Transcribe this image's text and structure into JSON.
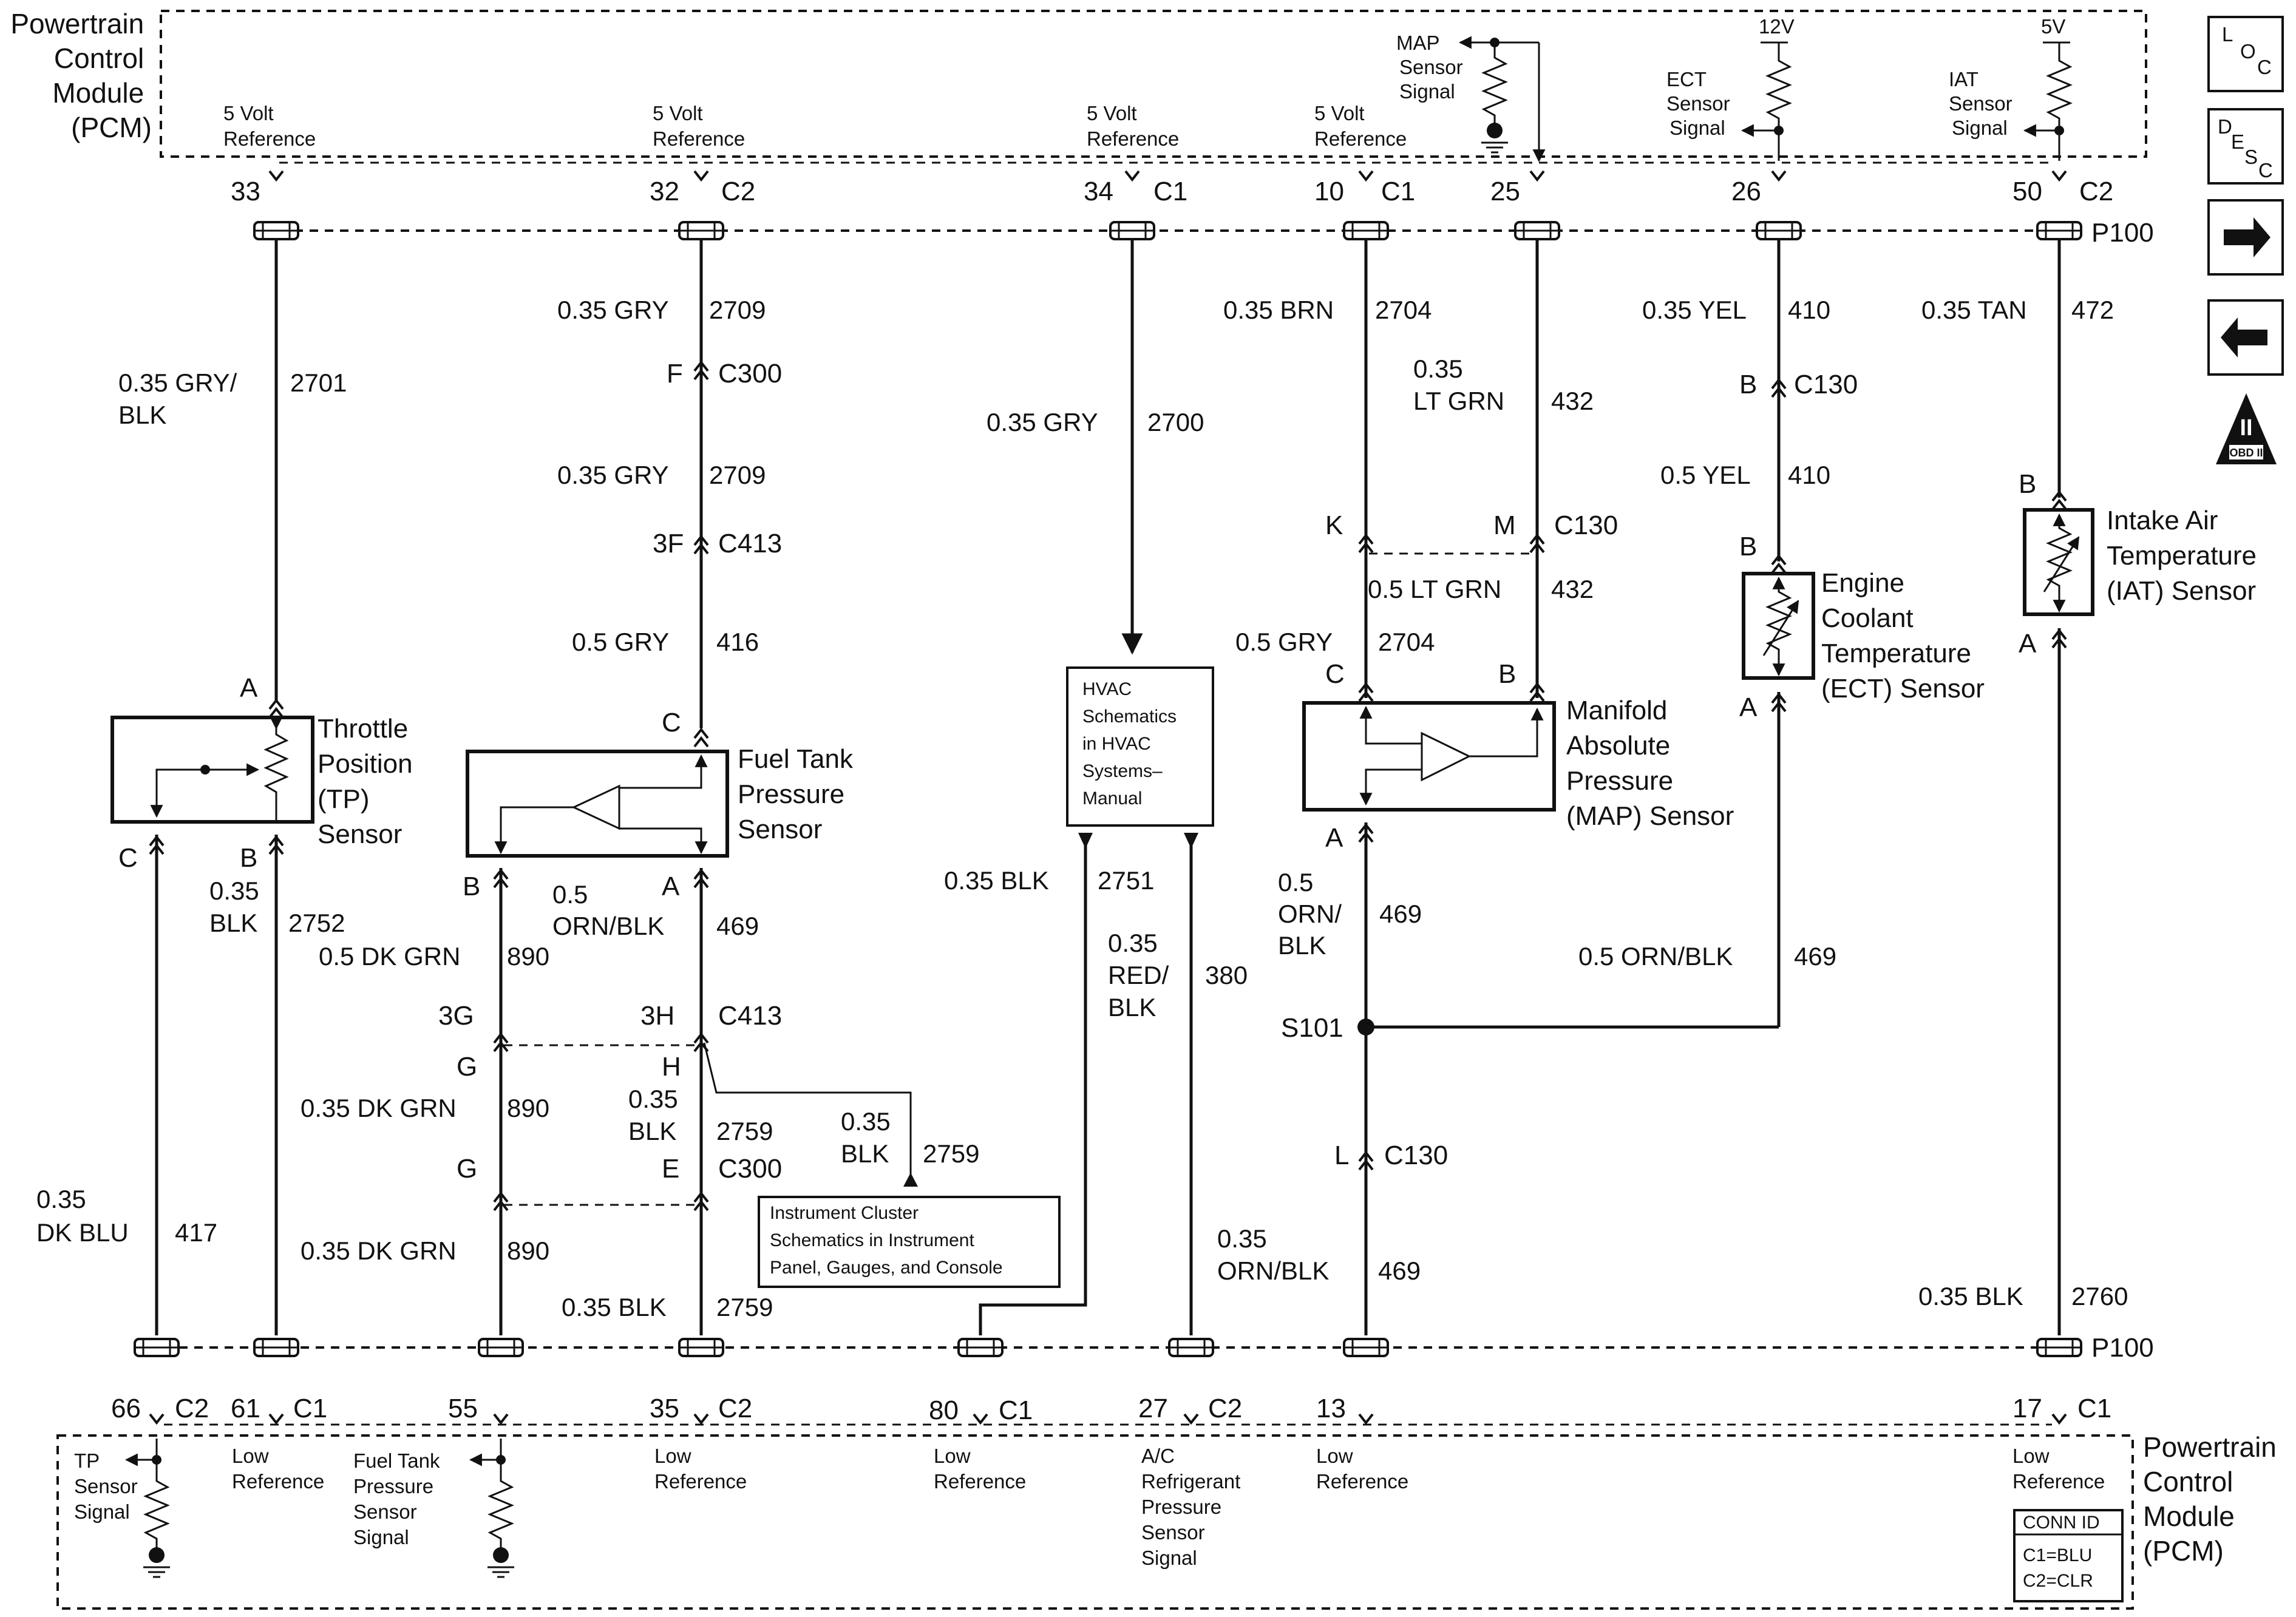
{
  "pcm_top": {
    "title_lines": [
      "Powertrain",
      "Control",
      "Module",
      "(PCM)"
    ]
  },
  "pcm_bottom": {
    "title_lines": [
      "Powertrain",
      "Control",
      "Module",
      "(PCM)"
    ]
  },
  "top_ref_labels": {
    "five_volt_ref": [
      "5 Volt",
      "Reference"
    ],
    "map_signal": [
      "MAP",
      "Sensor",
      "Signal"
    ],
    "ect_signal": [
      "ECT",
      "Sensor",
      "Signal"
    ],
    "iat_signal": [
      "IAT",
      "Sensor",
      "Signal"
    ],
    "v12": "12V",
    "v5": "5V"
  },
  "top_pins": {
    "p33": "33",
    "p32": "32",
    "c2_a": "C2",
    "p34": "34",
    "c1_a": "C1",
    "p10": "10",
    "c1_b": "C1",
    "p25": "25",
    "p26": "26",
    "p50": "50",
    "c2_b": "C2",
    "p100_top": "P100"
  },
  "wires": {
    "tp_ref": {
      "gauge": [
        "0.35 GRY/",
        "BLK"
      ],
      "circuit": "2701"
    },
    "ftp_ref_1": {
      "gauge": "0.35 GRY",
      "circuit": "2709"
    },
    "ftp_ref_2": {
      "gauge": "0.35 GRY",
      "circuit": "2709"
    },
    "ftp_ref_3": {
      "gauge": "0.5 GRY",
      "circuit": "416"
    },
    "hvac_ref": {
      "gauge": "0.35 GRY",
      "circuit": "2700"
    },
    "map_ref_1": {
      "gauge": "0.35 BRN",
      "circuit": "2704"
    },
    "map_ref_2": {
      "gauge": "0.5 GRY",
      "circuit": "2704"
    },
    "map_sig_1": {
      "gauge": [
        "0.35",
        "LT GRN"
      ],
      "circuit": "432"
    },
    "map_sig_2": {
      "gauge": "0.5 LT GRN",
      "circuit": "432"
    },
    "ect_1": {
      "gauge": "0.35 YEL",
      "circuit": "410"
    },
    "ect_2": {
      "gauge": "0.5 YEL",
      "circuit": "410"
    },
    "iat_1": {
      "gauge": "0.35 TAN",
      "circuit": "472"
    },
    "tp_sig": {
      "gauge": [
        "0.35",
        "DK BLU"
      ],
      "circuit": "417"
    },
    "tp_low": {
      "gauge": [
        "0.35",
        "BLK"
      ],
      "circuit": "2752"
    },
    "ftp_sig_1": {
      "gauge": "0.5 DK GRN",
      "circuit": "890"
    },
    "ftp_sig_2": {
      "gauge": "0.35 DK GRN",
      "circuit": "890"
    },
    "ftp_sig_3": {
      "gauge": "0.35 DK GRN",
      "circuit": "890"
    },
    "ftp_low_1": {
      "gauge": [
        "0.5",
        "ORN/BLK"
      ],
      "circuit": "469"
    },
    "ftp_low_2": {
      "gauge": [
        "0.35",
        "BLK"
      ],
      "circuit": "2759"
    },
    "ftp_low_3": {
      "gauge": "0.35 BLK",
      "circuit": "2759"
    },
    "ic_branch": {
      "gauge": [
        "0.35",
        "BLK"
      ],
      "circuit": "2759"
    },
    "hvac_low": {
      "gauge": "0.35 BLK",
      "circuit": "2751"
    },
    "ac_sig": {
      "gauge": [
        "0.35",
        "RED/",
        "BLK"
      ],
      "circuit": "380"
    },
    "map_low_1": {
      "gauge": [
        "0.5",
        "ORN/",
        "BLK"
      ],
      "circuit": "469"
    },
    "ect_low": {
      "gauge": "0.5 ORN/BLK",
      "circuit": "469"
    },
    "map_low_2": {
      "gauge": [
        "0.35",
        "ORN/BLK"
      ],
      "circuit": "469"
    },
    "iat_low": {
      "gauge": "0.35 BLK",
      "circuit": "2760"
    }
  },
  "connectors": {
    "ftp_f": "F",
    "ftp_c300": "C300",
    "ftp_3f": "3F",
    "ftp_c413": "C413",
    "map_k": "K",
    "map_m": "M",
    "map_c130": "C130",
    "ect_b1": "B",
    "ect_c130": "C130",
    "ftp_3g": "3G",
    "ftp_3h": "3H",
    "ftp_c413_b": "C413",
    "ftp_g": "G",
    "ftp_h": "H",
    "ftp_g2": "G",
    "ftp_e": "E",
    "ftp_c300_b": "C300",
    "s101": "S101",
    "map_l": "L",
    "map_c130_b": "C130"
  },
  "components": {
    "tp": {
      "name": [
        "Throttle",
        "Position",
        "(TP)",
        "Sensor"
      ],
      "pin_a": "A",
      "pin_b": "B",
      "pin_c": "C"
    },
    "ftp": {
      "name": [
        "Fuel Tank",
        "Pressure",
        "Sensor"
      ],
      "pin_a": "A",
      "pin_b": "B",
      "pin_c": "C"
    },
    "hvac": {
      "name": [
        "HVAC",
        "Schematics",
        "in HVAC",
        "Systems–",
        "Manual"
      ]
    },
    "map": {
      "name": [
        "Manifold",
        "Absolute",
        "Pressure",
        "(MAP) Sensor"
      ],
      "pin_a": "A",
      "pin_b": "B",
      "pin_c": "C"
    },
    "ect": {
      "name": [
        "Engine",
        "Coolant",
        "Temperature",
        "(ECT) Sensor"
      ],
      "pin_a": "A",
      "pin_b": "B"
    },
    "iat": {
      "name": [
        "Intake Air",
        "Temperature",
        "(IAT) Sensor"
      ],
      "pin_a": "A",
      "pin_b": "B"
    },
    "ic": {
      "name": [
        "Instrument Cluster",
        "Schematics in Instrument",
        "Panel, Gauges, and Console"
      ]
    }
  },
  "bottom_pins": {
    "p66": "66",
    "c2_a": "C2",
    "p61": "61",
    "c1_a": "C1",
    "p55": "55",
    "p35": "35",
    "c2_b": "C2",
    "p80": "80",
    "c1_b": "C1",
    "p27": "27",
    "c2_c": "C2",
    "p13": "13",
    "p17": "17",
    "c1_c": "C1",
    "p100_bottom": "P100"
  },
  "bottom_ref_labels": {
    "tp_signal": [
      "TP",
      "Sensor",
      "Signal"
    ],
    "low_ref": [
      "Low",
      "Reference"
    ],
    "ftp_signal": [
      "Fuel Tank",
      "Pressure",
      "Sensor",
      "Signal"
    ],
    "ac_signal": [
      "A/C",
      "Refrigerant",
      "Pressure",
      "Sensor",
      "Signal"
    ]
  },
  "conn_id": {
    "title": "CONN ID",
    "lines": [
      "C1=BLU",
      "C2=CLR"
    ]
  },
  "nav": {
    "loc": [
      "L",
      "O",
      "C"
    ],
    "desc": [
      "D",
      "E",
      "S",
      "C"
    ],
    "obd_symbol": "II",
    "obd_label": "OBD II"
  }
}
